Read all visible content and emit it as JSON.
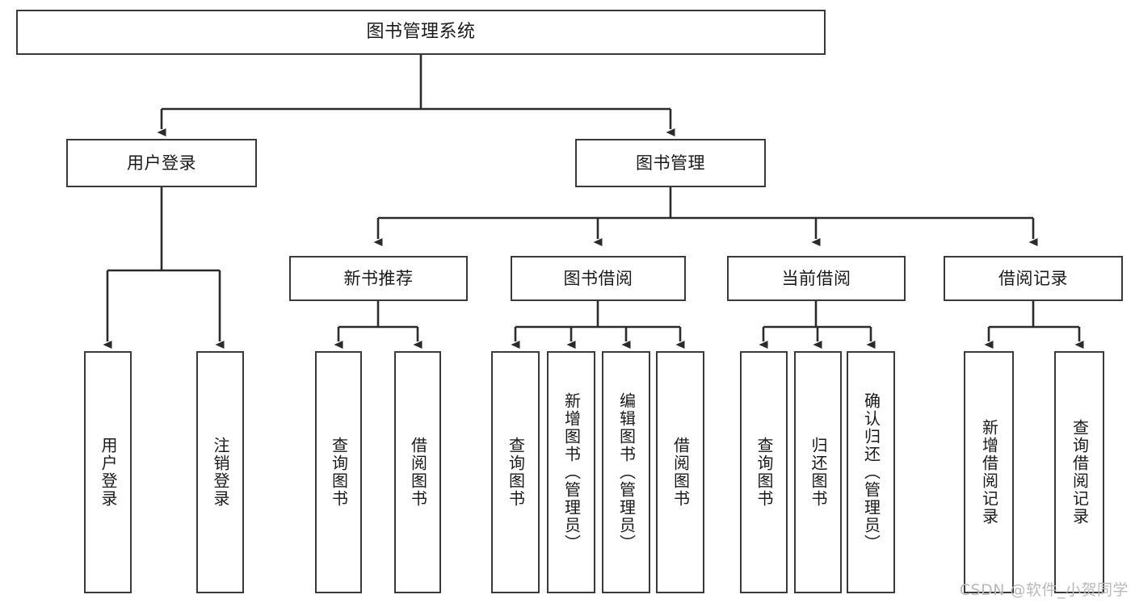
{
  "diagram": {
    "title": "图书管理系统",
    "type": "tree-hierarchy-diagram",
    "orientation": "top-down",
    "colors": {
      "background": "#ffffff",
      "box_border": "#3a3a3a",
      "box_fill": "#ffffff",
      "connector": "#2b2b2b",
      "text": "#1a1a1a",
      "watermark": "#b9b9b9"
    }
  },
  "root": {
    "label": "图书管理系统"
  },
  "level1": [
    {
      "label": "用户登录"
    },
    {
      "label": "图书管理"
    }
  ],
  "level2": [
    {
      "label": "新书推荐"
    },
    {
      "label": "图书借阅"
    },
    {
      "label": "当前借阅"
    },
    {
      "label": "借阅记录"
    }
  ],
  "leaves": {
    "user_login": [
      {
        "label": "用户登录"
      },
      {
        "label": "注销登录"
      }
    ],
    "new_book_recommend": [
      {
        "label": "查询图书"
      },
      {
        "label": "借阅图书"
      }
    ],
    "book_borrow": [
      {
        "label": "查询图书"
      },
      {
        "label": "新增图书（管理员）"
      },
      {
        "label": "编辑图书（管理员）"
      },
      {
        "label": "借阅图书"
      }
    ],
    "current_borrow": [
      {
        "label": "查询图书"
      },
      {
        "label": "归还图书"
      },
      {
        "label": "确认归还（管理员）"
      }
    ],
    "borrow_record": [
      {
        "label": "新增借阅记录"
      },
      {
        "label": "查询借阅记录"
      }
    ]
  },
  "watermark": {
    "text": "CSDN @软件_小贺同学"
  }
}
